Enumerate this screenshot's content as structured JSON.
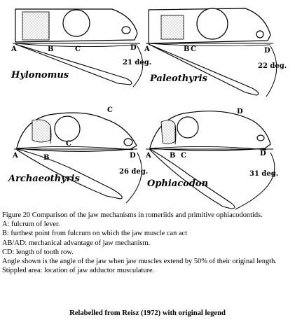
{
  "panels": [
    {
      "taxon": "Hylonomus",
      "points": [
        "A",
        "B",
        "C",
        "D"
      ],
      "angle": "21 deg."
    },
    {
      "taxon": "Paleothyris",
      "points": [
        "A",
        "B",
        "C",
        "D"
      ],
      "angle": "22 deg."
    },
    {
      "taxon": "Archaeothyris",
      "points": [
        "A",
        "B",
        "C",
        "D"
      ],
      "corner": "C",
      "angle": "26 deg."
    },
    {
      "taxon": "Ophiacodon",
      "points": [
        "A",
        "B",
        "C",
        "D"
      ],
      "corner": "D",
      "angle": "31 deg."
    }
  ],
  "legend": [
    "Figure 20 Comparison of the jaw mechanisms in romeriids and primitive ophiacodontids.",
    "A: fulcrum of lever.",
    "B: furthest point from fulcrum on which the jaw muscle can act",
    "AB/AD: mechanical advantage of jaw mechanism.",
    "CD: length of tooth row.",
    "Angle shown is the angle of the jaw when jaw muscles extend by 50% of their original length.",
    "Stippled area: location of jaw adductor musculature."
  ],
  "credit": "Relabelled from Reisz (1972) with original legend"
}
